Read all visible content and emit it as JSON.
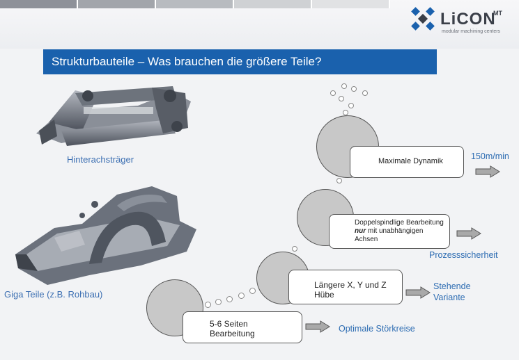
{
  "header": {
    "logo_word": "LiCON",
    "logo_superscript": "MT",
    "logo_tagline": "modular machining centers"
  },
  "slide": {
    "title": "Strukturbauteile – Was brauchen die größere Teile?",
    "images": [
      {
        "label": "Hinterachsträger"
      },
      {
        "label": "Giga Teile (z.B. Rohbau)"
      }
    ],
    "steps": [
      {
        "text": "5-6 Seiten Bearbeitung",
        "result": "Optimale Störkreise"
      },
      {
        "text": "Längere X, Y und Z Hübe",
        "result": "Stehende Variante"
      },
      {
        "text_pre": "Doppelspindlige Bearbeitung ",
        "text_em": "nur",
        "text_post": " mit unabhängigen Achsen",
        "result": "Prozesssicherheit"
      },
      {
        "text": "Maximale Dynamik",
        "result": "150m/min"
      }
    ]
  },
  "colors": {
    "title_bar": "#1a61ad",
    "result_text": "#2d6cb2",
    "circle_fill": "#c8c8c8"
  }
}
